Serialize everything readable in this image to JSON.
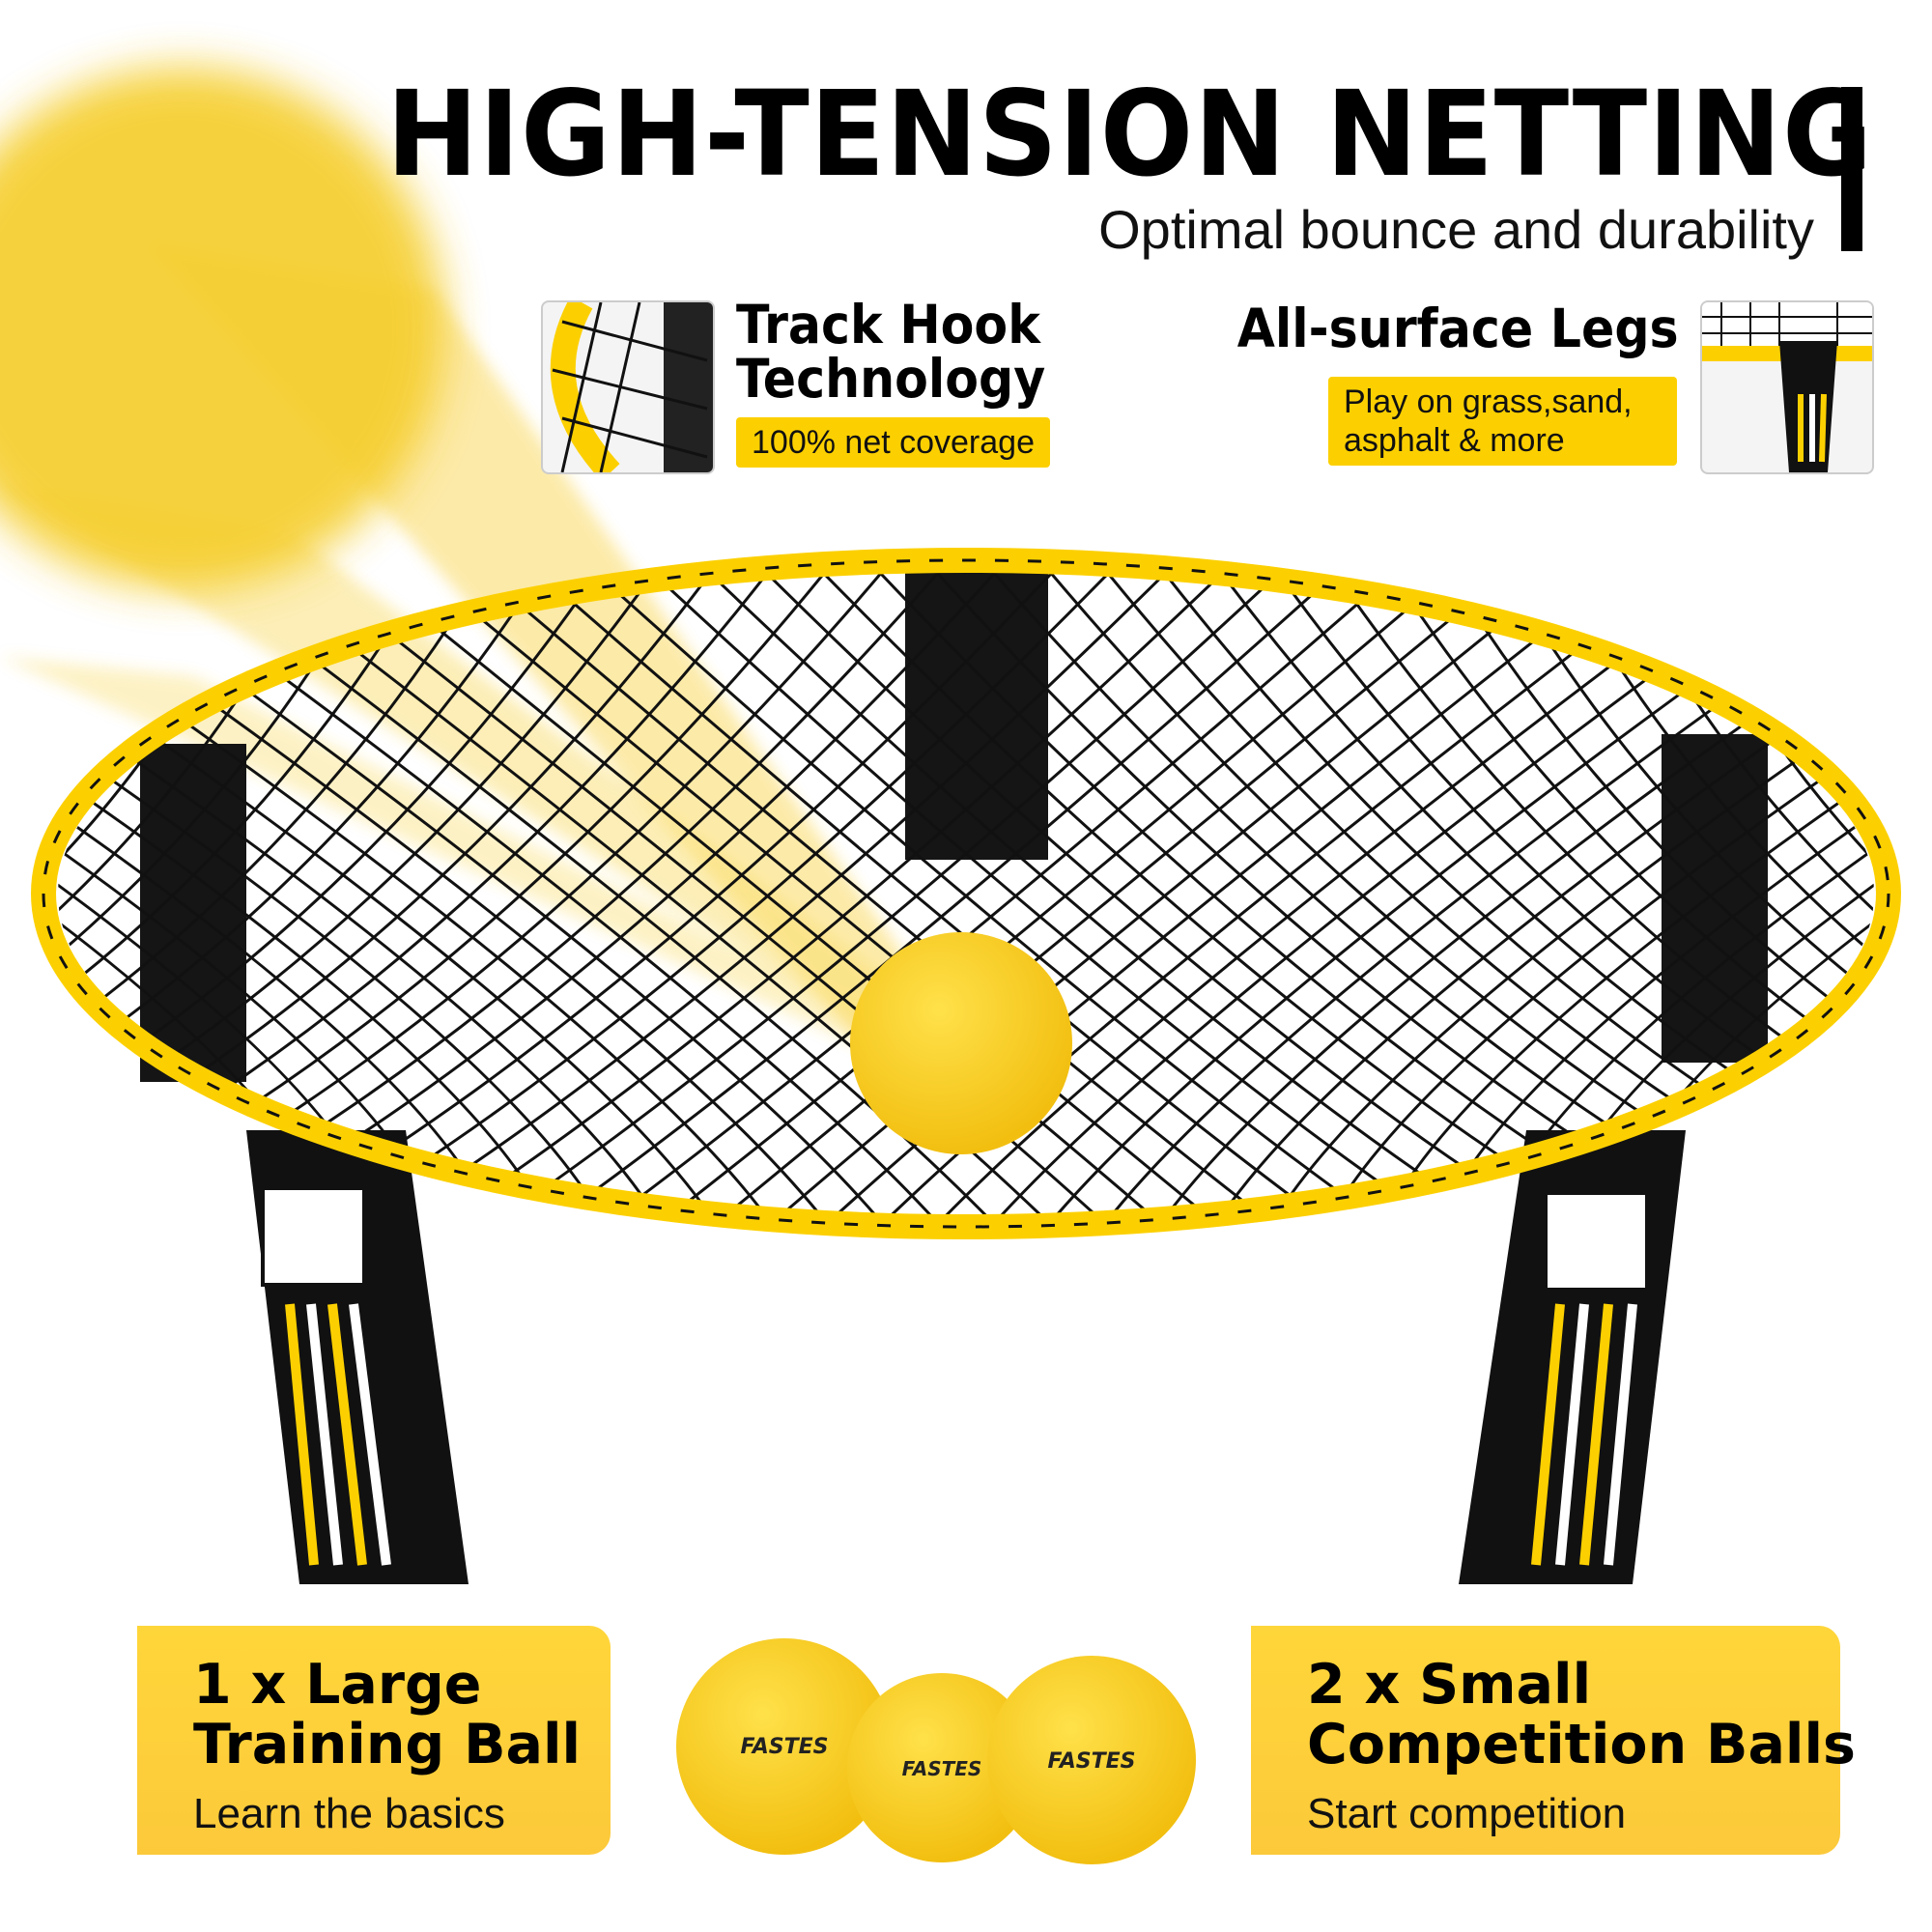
{
  "header": {
    "title": "HIGH-TENSION NETTING",
    "subtitle": "Optimal bounce and durability"
  },
  "features": [
    {
      "title_line1": "Track Hook",
      "title_line2": "Technology",
      "tag": "100% net coverage",
      "icon": "net-hook-closeup-thumbnail"
    },
    {
      "title_line1": "All-surface Legs",
      "tag_line1": "Play on grass,sand,",
      "tag_line2": "asphalt & more",
      "icon": "leg-closeup-thumbnail"
    }
  ],
  "product": {
    "brand": "FASTES",
    "colors": {
      "frame": "#fcd000",
      "net": "#111111",
      "accent": "#fcc93a"
    }
  },
  "cards": [
    {
      "title_line1": "1 x Large",
      "title_line2": "Training Ball",
      "subtitle": "Learn the basics"
    },
    {
      "title_line1": "2 x Small",
      "title_line2": "Competition Balls",
      "subtitle": "Start competition"
    }
  ]
}
